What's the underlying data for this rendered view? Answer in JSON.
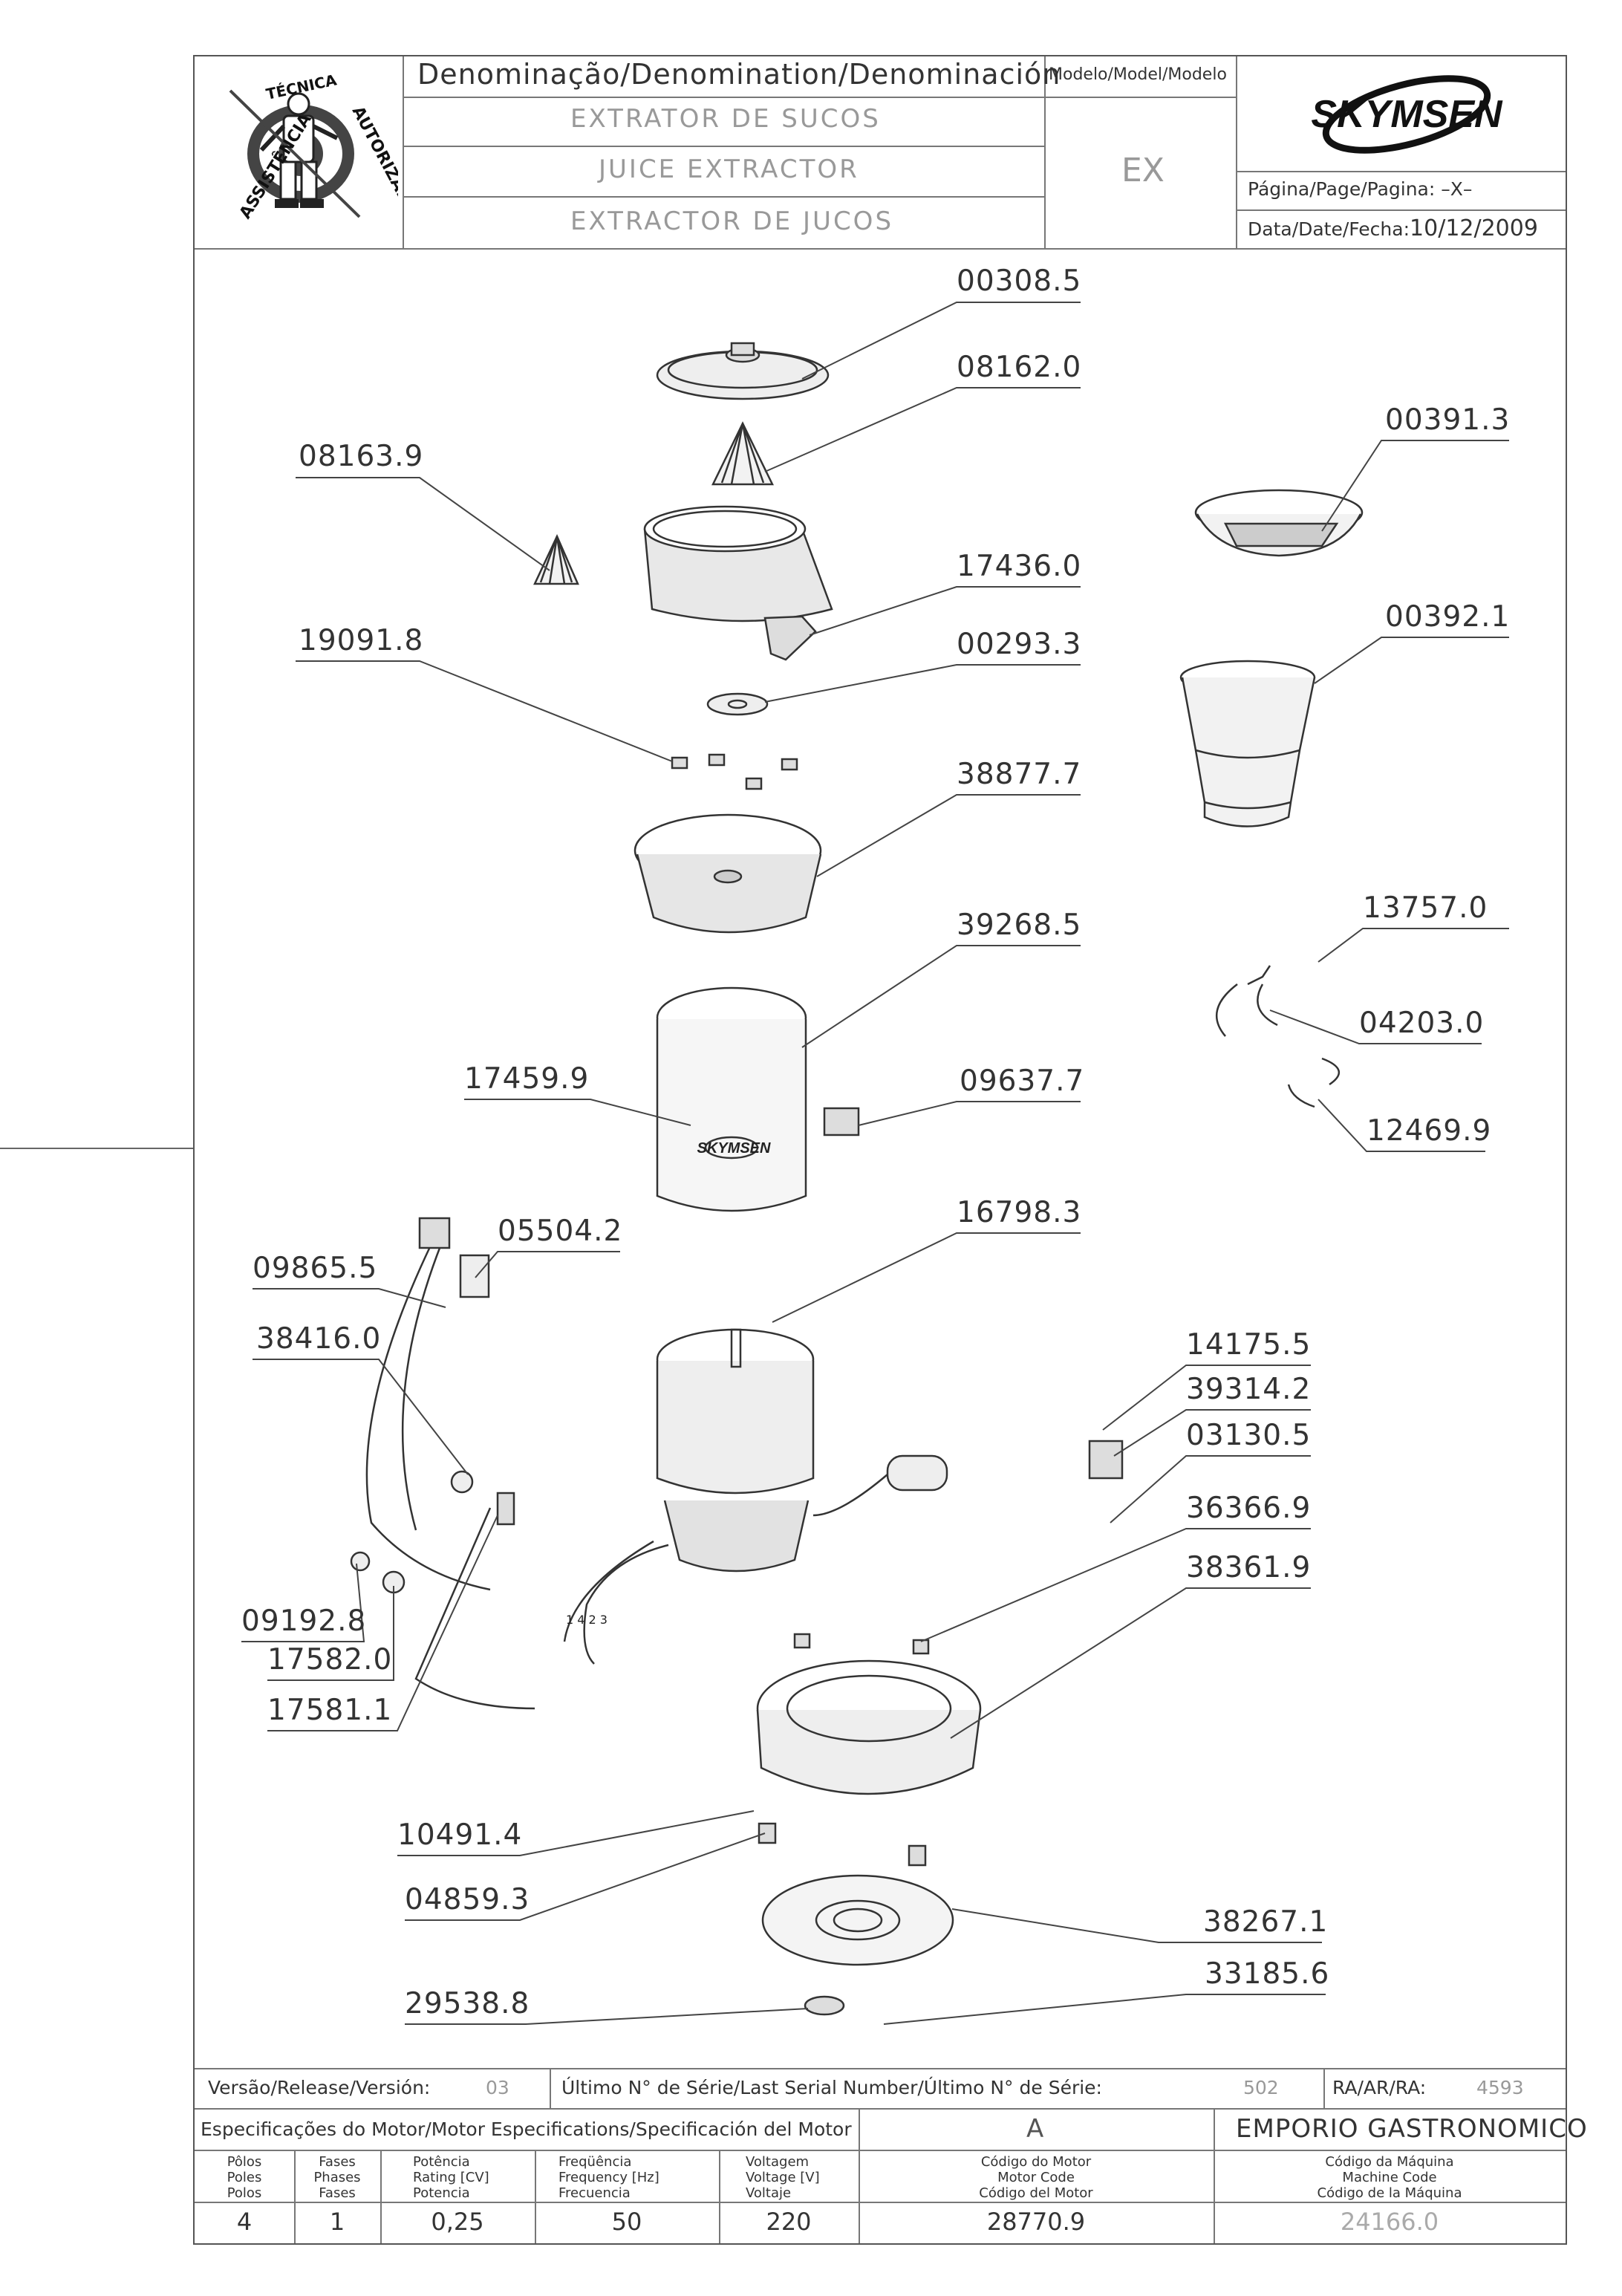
{
  "header": {
    "denomination_label": "Denominação/Denomination/Denominación",
    "name_pt": "EXTRATOR DE SUCOS",
    "name_en": "JUICE EXTRACTOR",
    "name_es": "EXTRACTOR DE JUCOS",
    "model_label": "Modelo/Model/Modelo",
    "model_value": "EX",
    "brand": "SKYMSEN",
    "page_label": "Página/Page/Pagina: –X–",
    "date_label": "Data/Date/Fecha:",
    "date_value": "10/12/2009",
    "seal_text_left": "ASSISTÊNCIA",
    "seal_text_top": "TÉCNICA",
    "seal_text_right": "AUTORIZADA"
  },
  "parts": [
    {
      "code": "00308.5"
    },
    {
      "code": "08162.0"
    },
    {
      "code": "08163.9"
    },
    {
      "code": "00391.3"
    },
    {
      "code": "17436.0"
    },
    {
      "code": "19091.8"
    },
    {
      "code": "00293.3"
    },
    {
      "code": "00392.1"
    },
    {
      "code": "38877.7"
    },
    {
      "code": "13757.0"
    },
    {
      "code": "39268.5"
    },
    {
      "code": "04203.0"
    },
    {
      "code": "17459.9"
    },
    {
      "code": "09637.7"
    },
    {
      "code": "12469.9"
    },
    {
      "code": "16798.3"
    },
    {
      "code": "05504.2"
    },
    {
      "code": "09865.5"
    },
    {
      "code": "38416.0"
    },
    {
      "code": "14175.5"
    },
    {
      "code": "39314.2"
    },
    {
      "code": "03130.5"
    },
    {
      "code": "36366.9"
    },
    {
      "code": "38361.9"
    },
    {
      "code": "09192.8"
    },
    {
      "code": "17582.0"
    },
    {
      "code": "17581.1"
    },
    {
      "code": "10491.4"
    },
    {
      "code": "04859.3"
    },
    {
      "code": "38267.1"
    },
    {
      "code": "33185.6"
    },
    {
      "code": "29538.8"
    }
  ],
  "diagram_marks": {
    "housing_logo": "SKYMSEN",
    "wire_numbers": "1 4 2 3"
  },
  "footer": {
    "version_label": "Versão/Release/Versión:",
    "version_value": "03",
    "serial_label": "Último N° de Série/Last Serial Number/Último N° de Série:",
    "serial_value": "502",
    "ra_label": "RA/AR/RA:",
    "ra_value": "4593",
    "motor_spec_label": "Especificações do Motor/Motor Especifications/Specificación del Motor",
    "motor_spec_value": "A",
    "client": "EMPORIO GASTRONOMICO",
    "columns": [
      {
        "l1": "Pôlos",
        "l2": "Poles",
        "l3": "Polos",
        "value": "4"
      },
      {
        "l1": "Fases",
        "l2": "Phases",
        "l3": "Fases",
        "value": "1"
      },
      {
        "l1": "Potência",
        "l2": "Rating [CV]",
        "l3": "Potencia",
        "value": "0,25"
      },
      {
        "l1": "Freqüência",
        "l2": "Frequency [Hz]",
        "l3": "Frecuencia",
        "value": "50"
      },
      {
        "l1": "Voltagem",
        "l2": "Voltage [V]",
        "l3": "Voltaje",
        "value": "220"
      },
      {
        "l1": "Código do Motor",
        "l2": "Motor Code",
        "l3": "Código del Motor",
        "value": "28770.9"
      },
      {
        "l1": "Código da Máquina",
        "l2": "Machine Code",
        "l3": "Código de la Máquina",
        "value": "24166.0"
      }
    ]
  }
}
